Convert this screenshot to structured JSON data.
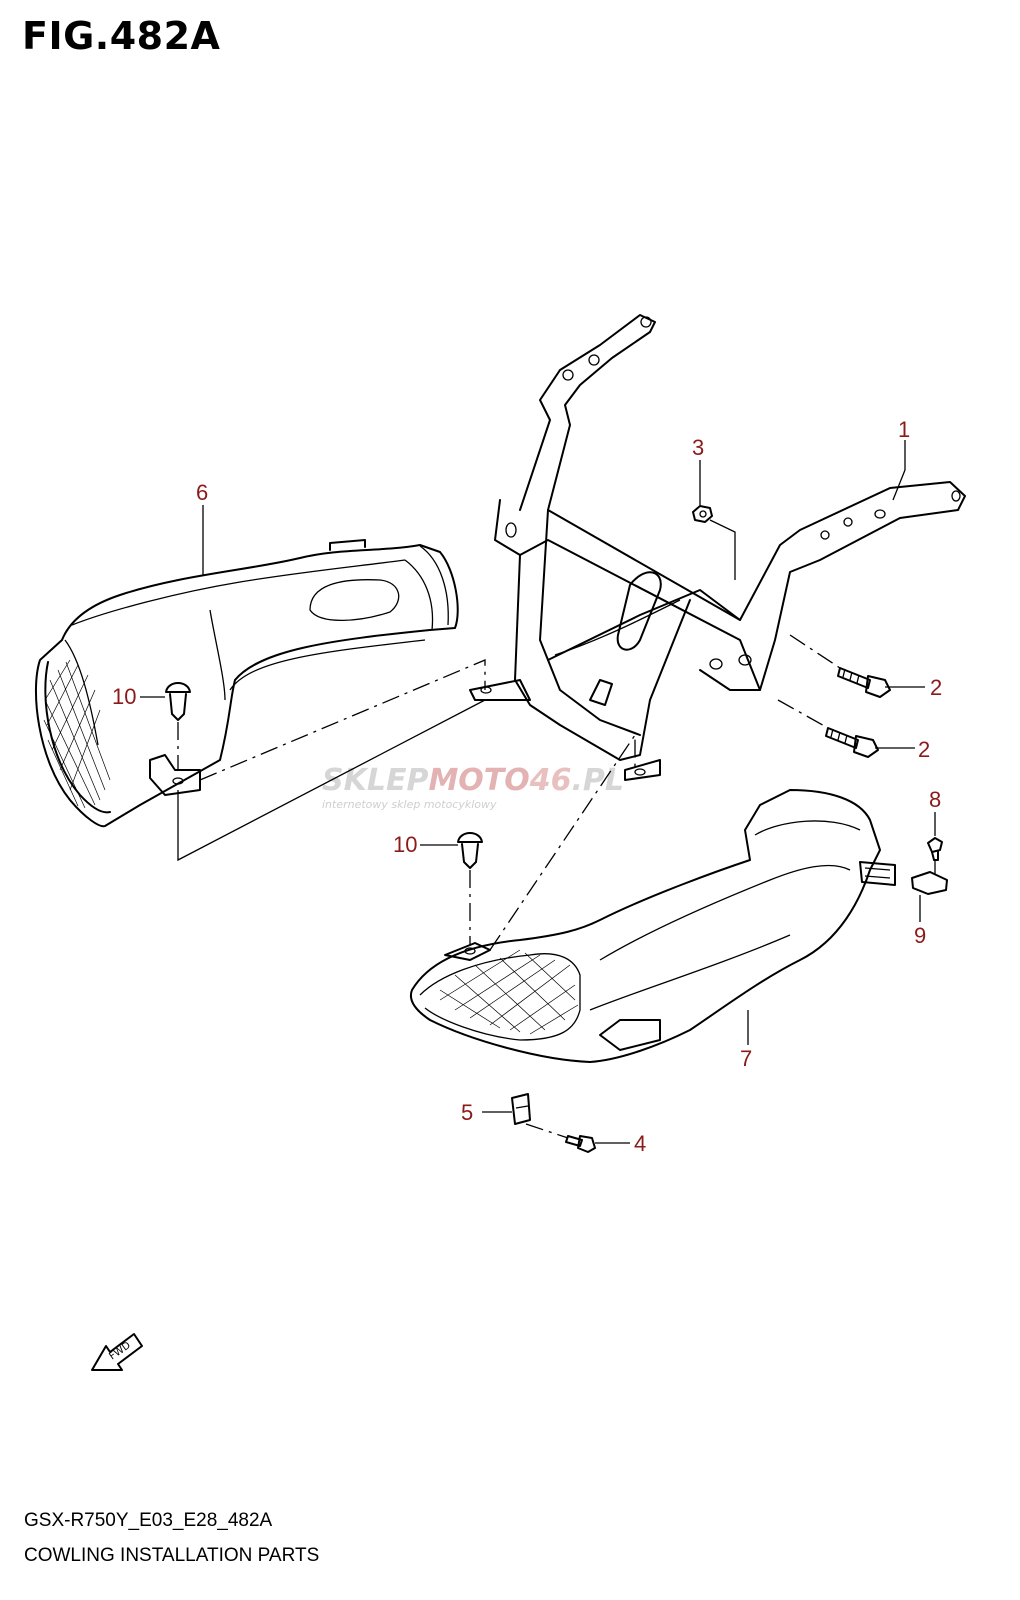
{
  "figure": {
    "title": "FIG.482A",
    "model_code": "GSX-R750Y_E03_E28_482A",
    "caption": "COWLING INSTALLATION PARTS"
  },
  "callouts": [
    "1",
    "2",
    "2",
    "3",
    "4",
    "5",
    "6",
    "7",
    "8",
    "9",
    "10",
    "10"
  ],
  "watermark": {
    "brand_left": "SKLEP",
    "brand_mid": "MOTO",
    "brand_num": "46",
    "brand_tld": ".PL",
    "tagline": "internetowy sklep motocyklowy"
  },
  "fwd_label": "FWD",
  "colors": {
    "callout": "#8b1a1a",
    "line": "#000000",
    "watermark": "#d6d6d6"
  }
}
